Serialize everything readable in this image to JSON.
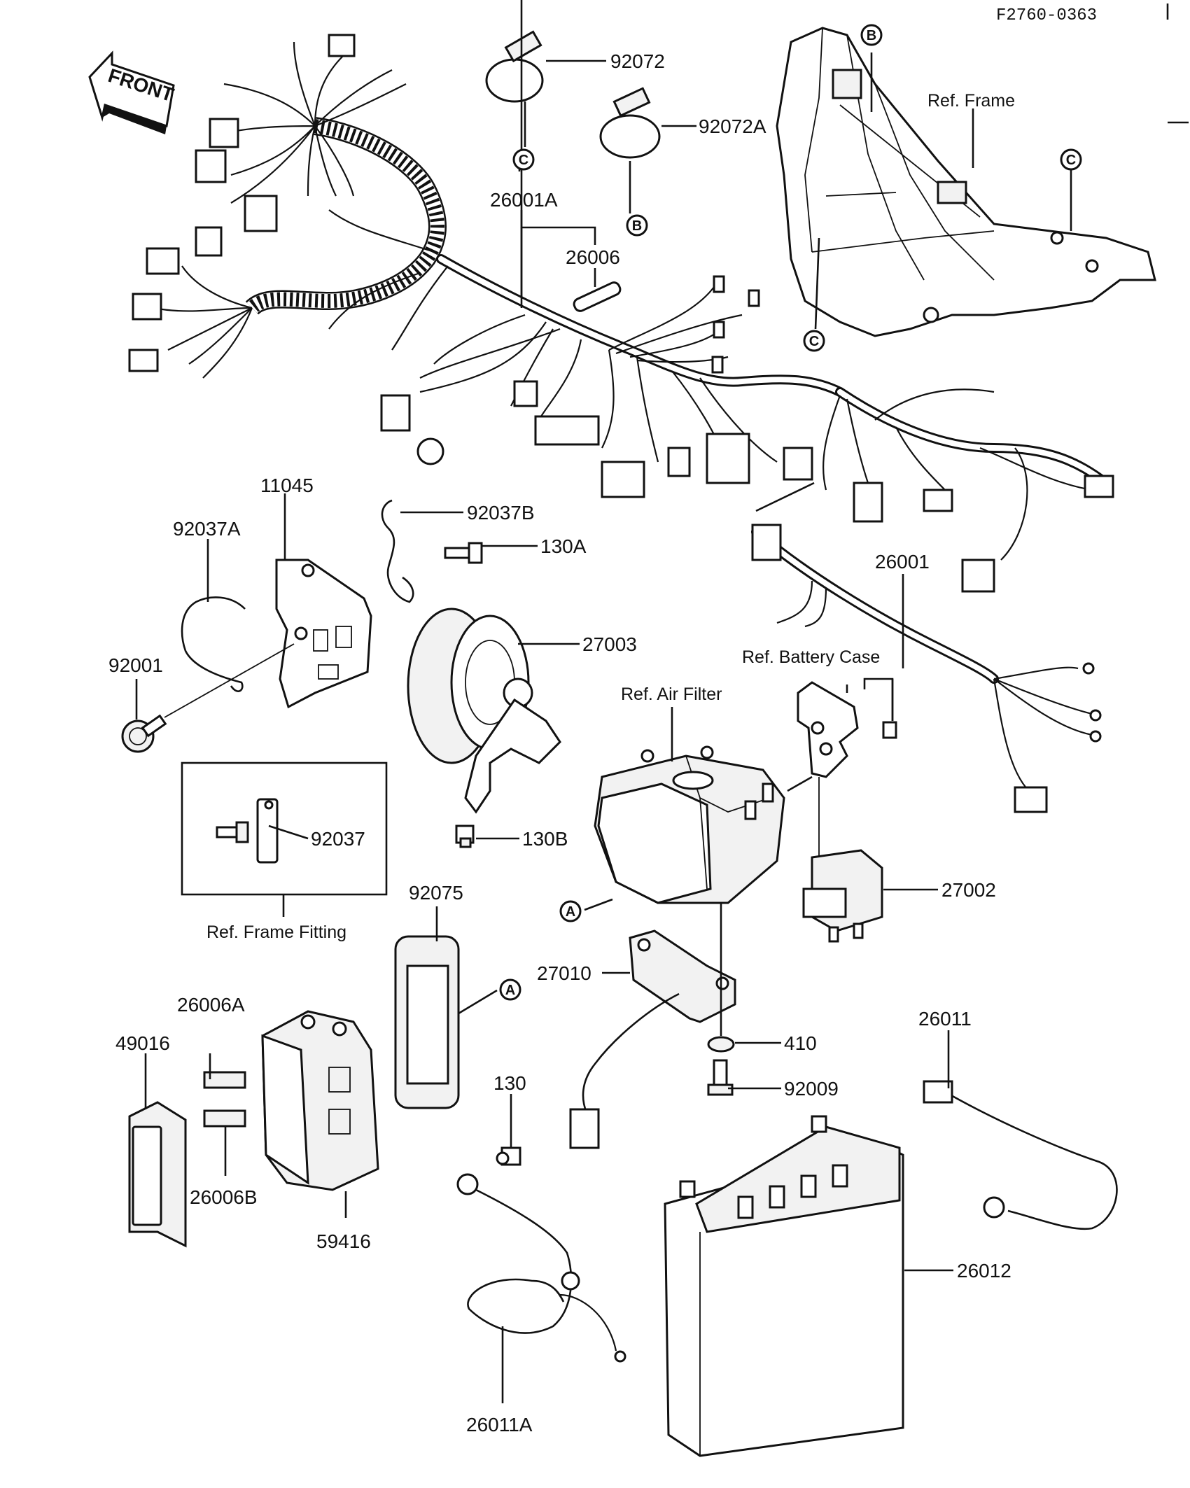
{
  "diagram_code": "F2760-0363",
  "front_arrow": "FRONT",
  "references": {
    "frame": "Ref. Frame",
    "battery_case": "Ref. Battery Case",
    "air_filter": "Ref. Air Filter",
    "frame_fitting": "Ref. Frame Fitting"
  },
  "circle_markers": {
    "a": "A",
    "b": "B",
    "c": "C"
  },
  "part_numbers": {
    "p92072": "92072",
    "p92072A": "92072A",
    "p26001A": "26001A",
    "p26006": "26006",
    "p11045": "11045",
    "p92037B": "92037B",
    "p130A": "130A",
    "p92037A": "92037A",
    "p26001": "26001",
    "p92001": "92001",
    "p27003": "27003",
    "p92037": "92037",
    "p130B": "130B",
    "p27002": "27002",
    "p92075": "92075",
    "p27010": "27010",
    "p26006A": "26006A",
    "p49016": "49016",
    "p130": "130",
    "p410": "410",
    "p92009": "92009",
    "p26011": "26011",
    "p26006B": "26006B",
    "p59416": "59416",
    "p26012": "26012",
    "p26011A": "26011A"
  }
}
